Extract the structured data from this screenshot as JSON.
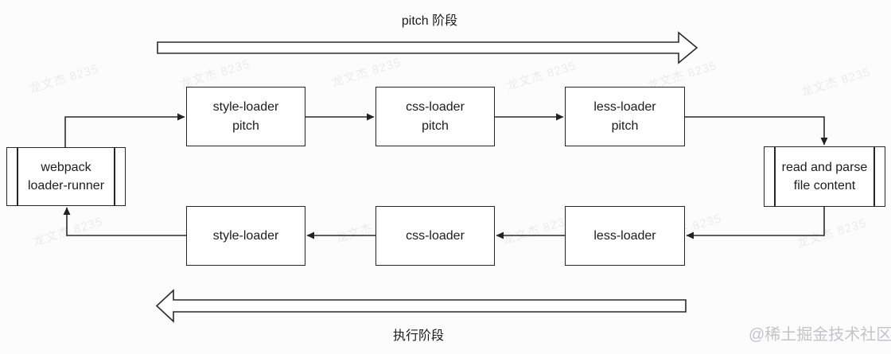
{
  "diagram": {
    "title_pitch_phase": "pitch 阶段",
    "title_execute_phase": "执行阶段",
    "nodes": [
      {
        "id": "webpack-loader-runner",
        "label": "webpack\nloader-runner",
        "shape": "process"
      },
      {
        "id": "style-loader-pitch",
        "label": "style-loader\npitch",
        "shape": "rect"
      },
      {
        "id": "css-loader-pitch",
        "label": "css-loader\npitch",
        "shape": "rect"
      },
      {
        "id": "less-loader-pitch",
        "label": "less-loader\npitch",
        "shape": "rect"
      },
      {
        "id": "read-and-parse",
        "label": "read and parse\nfile content",
        "shape": "process"
      },
      {
        "id": "less-loader",
        "label": "less-loader",
        "shape": "rect"
      },
      {
        "id": "css-loader",
        "label": "css-loader",
        "shape": "rect"
      },
      {
        "id": "style-loader",
        "label": "style-loader",
        "shape": "rect"
      }
    ],
    "edges": [
      {
        "from": "webpack loader-runner",
        "to": "style-loader pitch"
      },
      {
        "from": "style-loader pitch",
        "to": "css-loader pitch"
      },
      {
        "from": "css-loader pitch",
        "to": "less-loader pitch"
      },
      {
        "from": "less-loader pitch",
        "to": "read and parse file content"
      },
      {
        "from": "read and parse file content",
        "to": "less-loader"
      },
      {
        "from": "less-loader",
        "to": "css-loader"
      },
      {
        "from": "css-loader",
        "to": "style-loader"
      },
      {
        "from": "style-loader",
        "to": "webpack loader-runner"
      }
    ]
  },
  "watermarks": {
    "site": "@稀土掘金技术社区",
    "user": "龙文杰 8235"
  },
  "colors": {
    "line": "#2a2a2a",
    "box_border": "#262626",
    "text": "#1c1c1c",
    "site_watermark": "#c4c4c6",
    "background": "#fcfcfd"
  }
}
